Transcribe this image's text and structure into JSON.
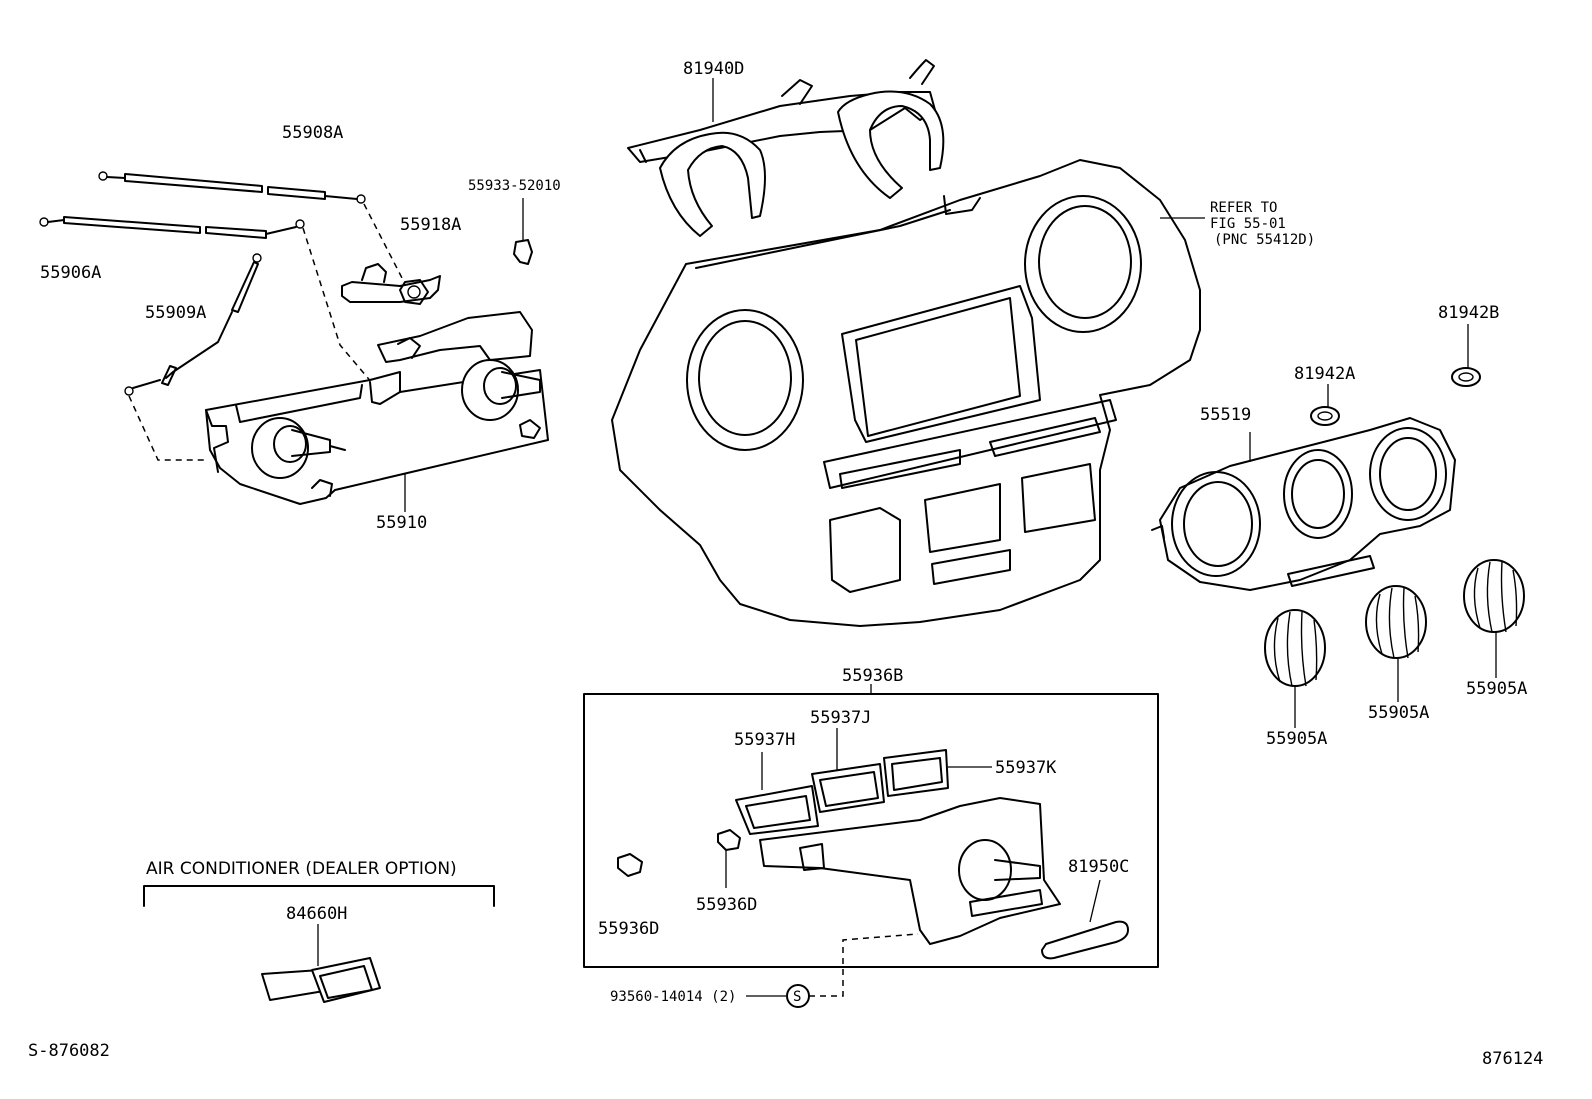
{
  "labels": {
    "p81940D": "81940D",
    "p55908A": "55908A",
    "p55933": "55933-52010",
    "p55918A": "55918A",
    "p55906A": "55906A",
    "p55909A": "55909A",
    "p55910": "55910",
    "refer1": "REFER TO",
    "refer2": "FIG 55-01",
    "refer3": "(PNC 55412D)",
    "p81942B": "81942B",
    "p81942A": "81942A",
    "p55519": "55519",
    "p55905A_1": "55905A",
    "p55905A_2": "55905A",
    "p55905A_3": "55905A",
    "p55936B": "55936B",
    "p55937J": "55937J",
    "p55937H": "55937H",
    "p55937K": "55937K",
    "p81950C": "81950C",
    "p55936D_1": "55936D",
    "p55936D_2": "55936D",
    "p93560": "93560-14014 (2)",
    "screw_symbol": "S",
    "ac_title": "AIR CONDITIONER (DEALER OPTION)",
    "p84660H": "84660H",
    "fig_left": "S-876082",
    "fig_right": "876124"
  }
}
